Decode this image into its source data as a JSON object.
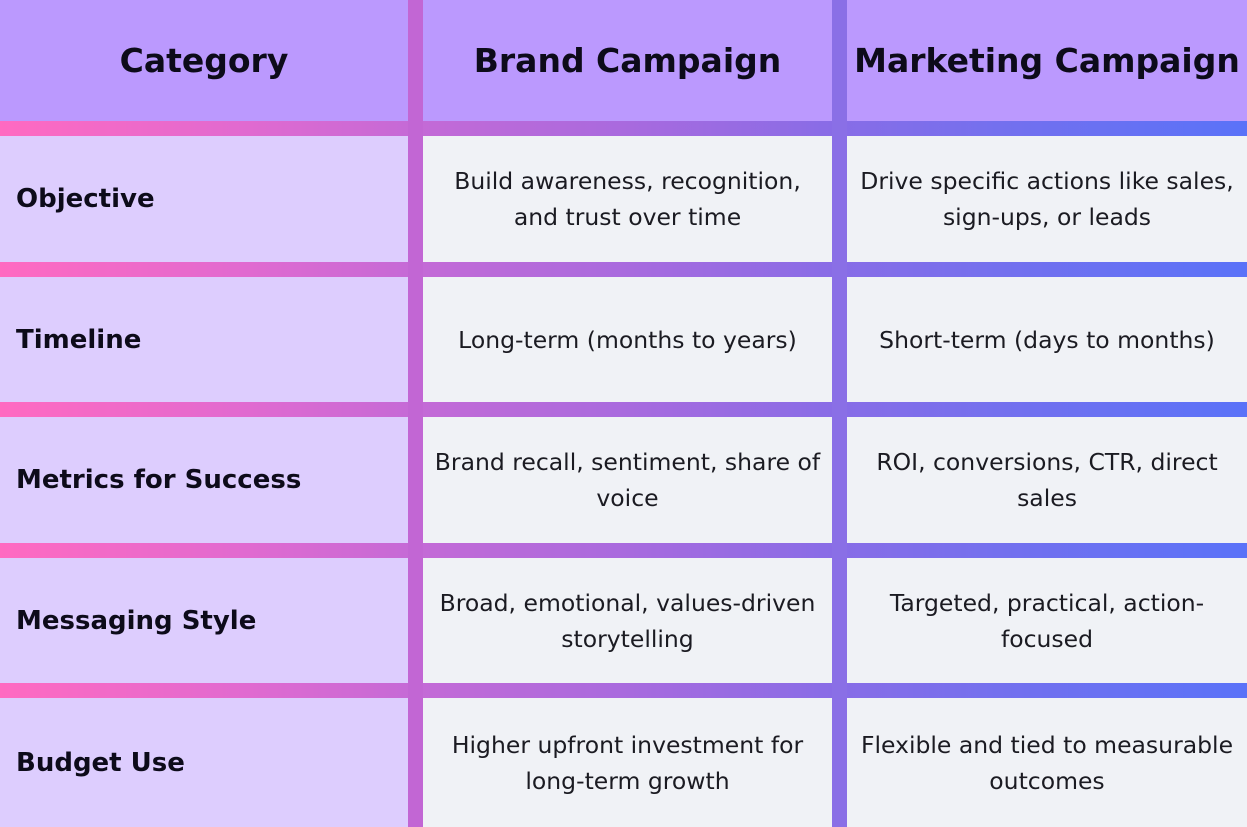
{
  "table": {
    "headers": [
      "Category",
      "Brand Campaign",
      "Marketing Campaign"
    ],
    "rows": [
      {
        "category": "Objective",
        "brand": "Build awareness, recognition, and trust over time",
        "marketing": "Drive specific actions like sales, sign-ups, or leads"
      },
      {
        "category": "Timeline",
        "brand": "Long-term (months to years)",
        "marketing": "Short-term (days to months)"
      },
      {
        "category": "Metrics for Success",
        "brand": "Brand recall, sentiment, share of voice",
        "marketing": "ROI, conversions, CTR, direct sales"
      },
      {
        "category": "Messaging Style",
        "brand": "Broad, emotional, values-driven storytelling",
        "marketing": "Targeted, practical, action-focused"
      },
      {
        "category": "Budget Use",
        "brand": "Higher upfront investment for long-term growth",
        "marketing": "Flexible and tied to measurable outcomes"
      }
    ]
  },
  "colors": {
    "header_bg": "#bb99fe",
    "category_bg": "#ddcdfe",
    "cell_bg": "#f0f2f6",
    "gradient_start": "#ff6ac1",
    "gradient_end": "#5a72f8"
  }
}
